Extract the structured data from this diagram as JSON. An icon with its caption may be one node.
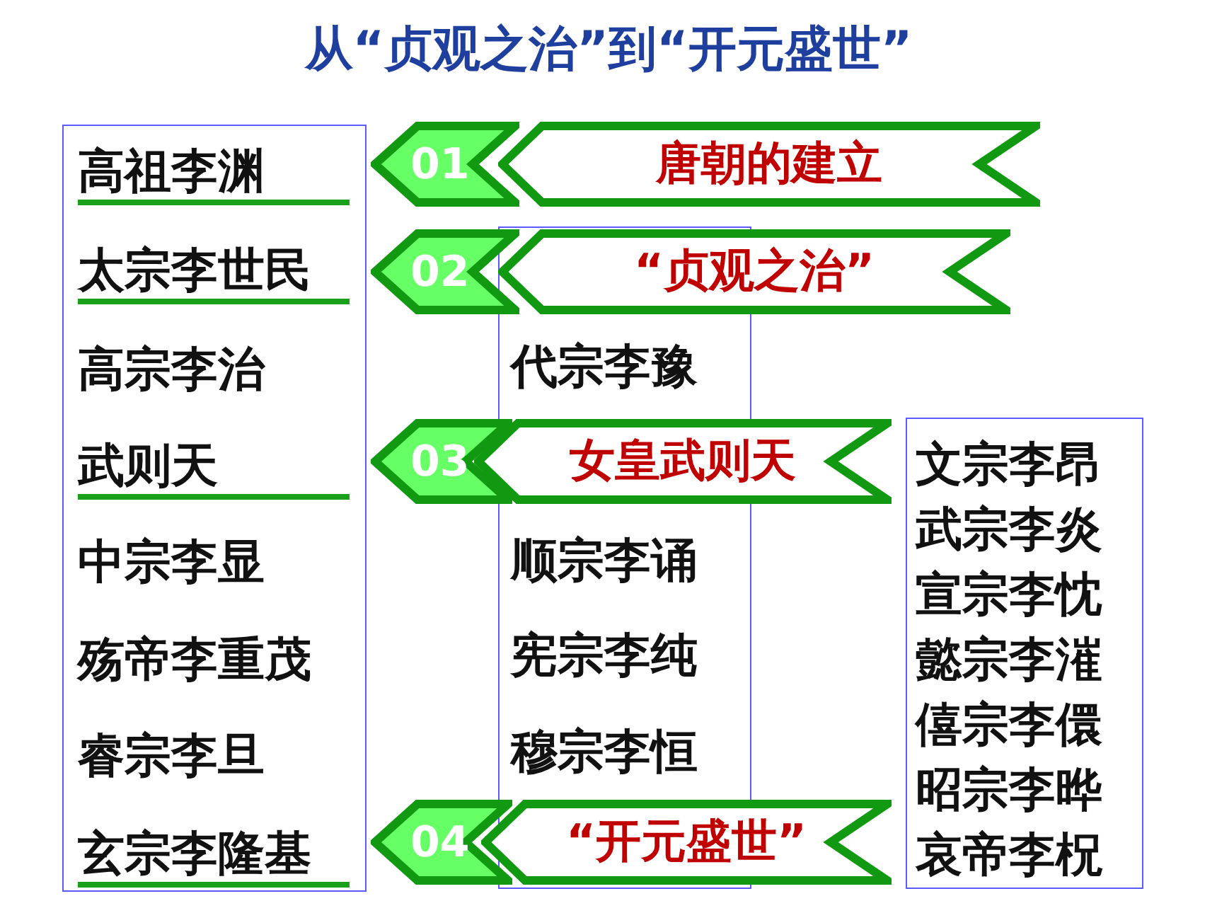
{
  "diagram": {
    "title": "从“贞观之治”到“开元盛世”",
    "nodes": [
      {
        "text": [
          "高祖李渊",
          "太宗李世民",
          "高宗李治",
          "武则天",
          "中宗李显",
          "殇帝李重茂",
          "睿宗李旦",
          "玄宗李隆基"
        ]
      },
      {
        "text": [
          "代宗李豫",
          "顺宗李诵",
          "宪宗李纯",
          "穆宗李恒"
        ]
      },
      {
        "text": [
          "文宗李昂",
          "武宗李炎",
          "宣宗李忱",
          "懿宗李漼",
          "僖宗李儇",
          "昭宗李晔",
          "哀帝李柷"
        ]
      },
      {
        "text": [
          "01"
        ]
      },
      {
        "text": [
          "唐朝的建立"
        ]
      },
      {
        "text": [
          "02"
        ]
      },
      {
        "text": [
          "“贞观之治”"
        ]
      },
      {
        "text": [
          "03"
        ]
      },
      {
        "text": [
          "女皇武则天"
        ]
      },
      {
        "text": [
          "04"
        ]
      },
      {
        "text": [
          "“开元盛世”"
        ]
      }
    ],
    "edges": []
  }
}
